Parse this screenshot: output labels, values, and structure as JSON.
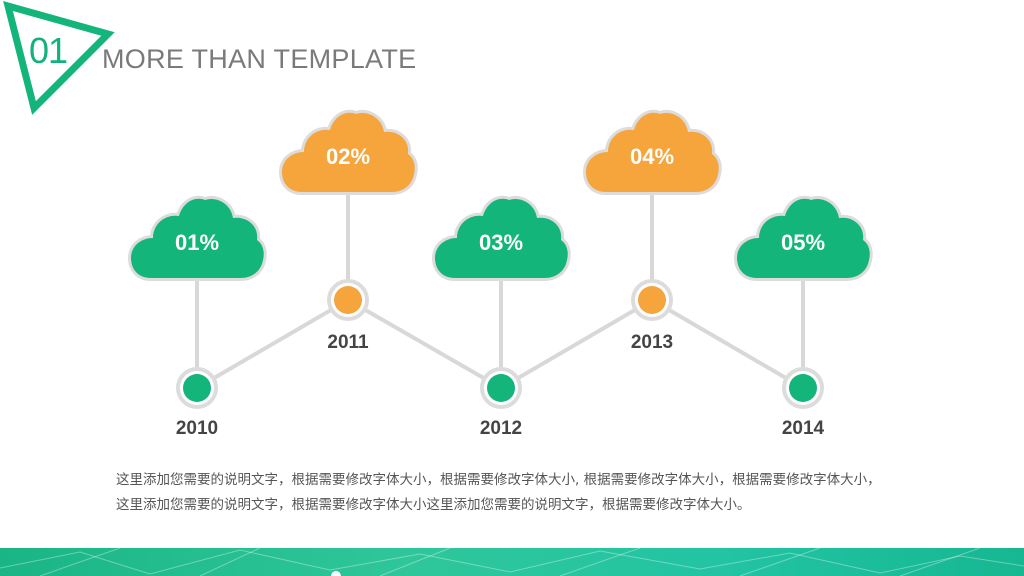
{
  "header": {
    "section_number": "01",
    "title": "MORE THAN TEMPLATE"
  },
  "colors": {
    "green": "#13b57a",
    "orange": "#f6a43c",
    "connector": "#d8d8d8",
    "title_gray": "#7a7a7a"
  },
  "timeline": {
    "milestones": [
      {
        "year": "2010",
        "percent": "01%",
        "color": "green",
        "position": "low"
      },
      {
        "year": "2011",
        "percent": "02%",
        "color": "orange",
        "position": "high"
      },
      {
        "year": "2012",
        "percent": "03%",
        "color": "green",
        "position": "low"
      },
      {
        "year": "2013",
        "percent": "04%",
        "color": "orange",
        "position": "high"
      },
      {
        "year": "2014",
        "percent": "05%",
        "color": "green",
        "position": "low"
      }
    ]
  },
  "description": {
    "line1": "这里添加您需要的说明文字，根据需要修改字体大小，根据需要修改字体大小, 根据需要修改字体大小，根据需要修改字体大小，",
    "line2": "这里添加您需要的说明文字，根据需要修改字体大小这里添加您需要的说明文字，根据需要修改字体大小。"
  }
}
